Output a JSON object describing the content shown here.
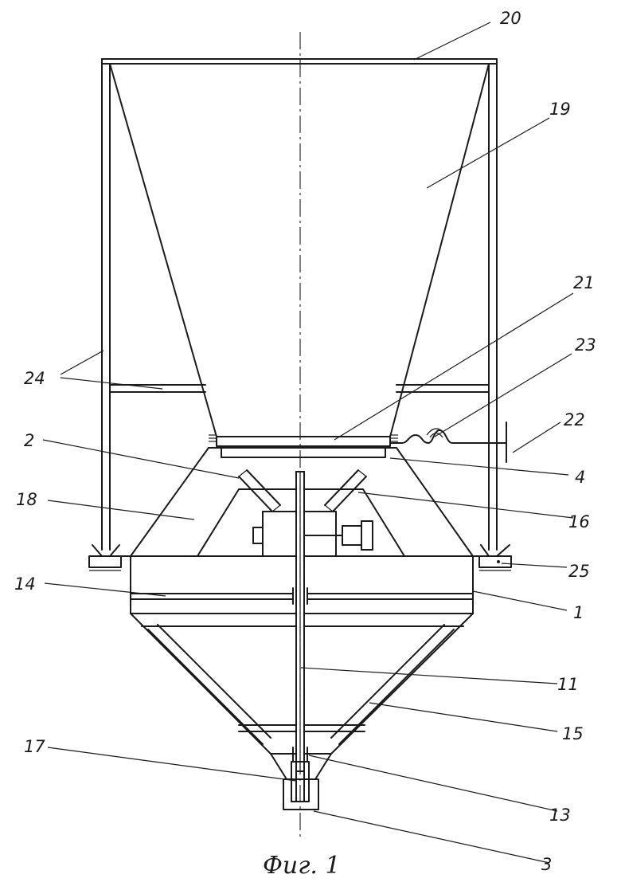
{
  "figure": {
    "caption": "Фиг. 1",
    "callouts": [
      {
        "id": "c20",
        "label": "20"
      },
      {
        "id": "c19",
        "label": "19"
      },
      {
        "id": "c21",
        "label": "21"
      },
      {
        "id": "c23",
        "label": "23"
      },
      {
        "id": "c24",
        "label": "24"
      },
      {
        "id": "c22",
        "label": "22"
      },
      {
        "id": "c2",
        "label": "2"
      },
      {
        "id": "c4",
        "label": "4"
      },
      {
        "id": "c18",
        "label": "18"
      },
      {
        "id": "c16",
        "label": "16"
      },
      {
        "id": "c25",
        "label": "25"
      },
      {
        "id": "c14",
        "label": "14"
      },
      {
        "id": "c1",
        "label": "1"
      },
      {
        "id": "c11",
        "label": "11"
      },
      {
        "id": "c15",
        "label": "15"
      },
      {
        "id": "c17",
        "label": "17"
      },
      {
        "id": "c13",
        "label": "13"
      },
      {
        "id": "c3",
        "label": "3"
      }
    ]
  }
}
